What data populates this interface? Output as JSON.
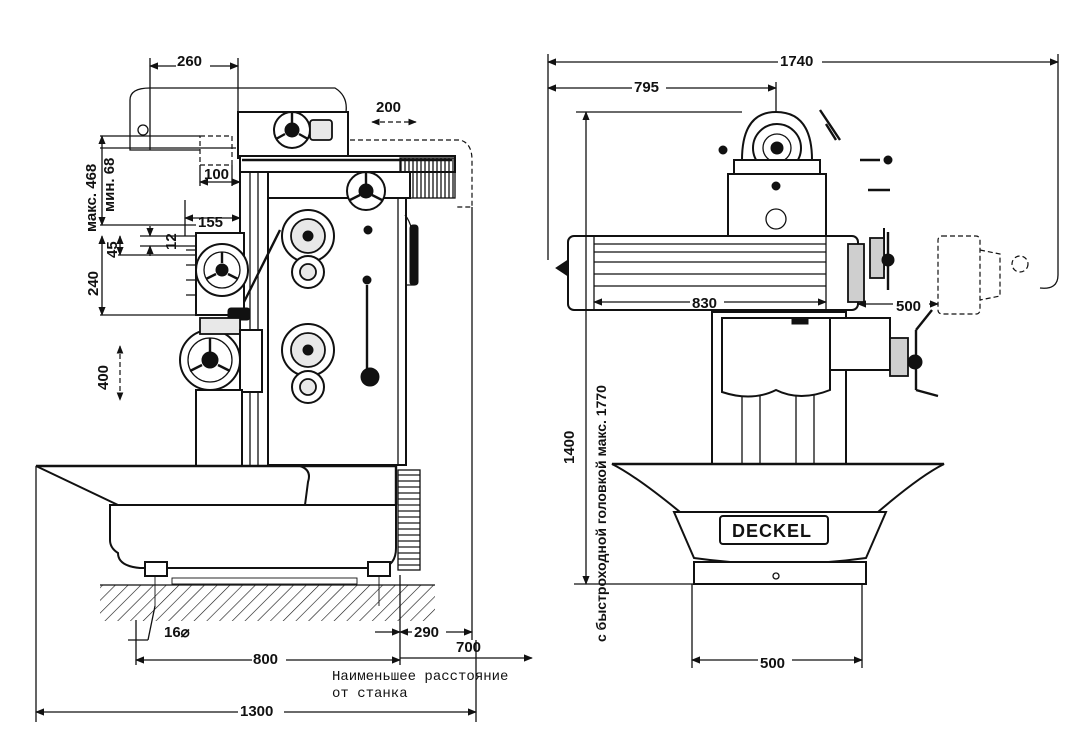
{
  "side_view": {
    "dims": {
      "d260": "260",
      "d200": "200",
      "d468_label": "макс. 468",
      "d68_label": "мин. 68",
      "d100": "100",
      "d155": "155",
      "d12": "12",
      "d45": "45",
      "d240": "240",
      "d400": "400",
      "d16": "16⌀",
      "d290": "290",
      "d700": "700",
      "d800": "800",
      "d1300": "1300"
    },
    "note_line1": "Наименьшее расстояние",
    "note_line2": "от станка"
  },
  "front_view": {
    "dims": {
      "d1740": "1740",
      "d795": "795",
      "d830": "830",
      "d500_right": "500",
      "d1400": "1400",
      "d500_bottom": "500"
    },
    "vertical_note": "с быстроходной головкой макс. 1770",
    "brand": "DECKEL"
  }
}
